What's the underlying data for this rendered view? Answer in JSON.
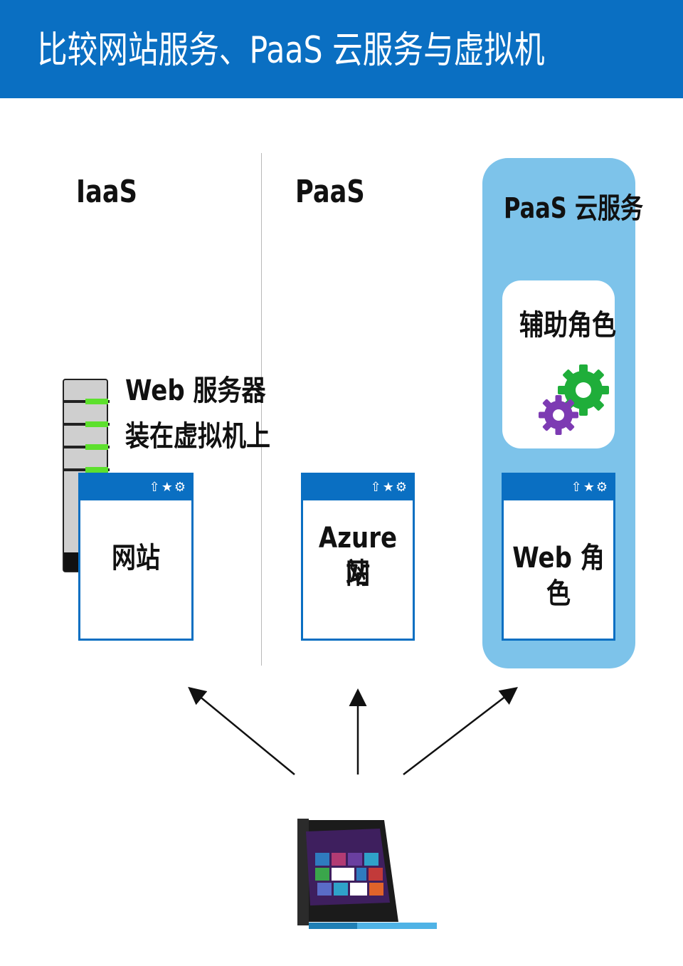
{
  "header": {
    "title": "比较网站服务、PaaS 云服务与虚拟机"
  },
  "columns": {
    "iaas": {
      "title": "IaaS",
      "server_caption_line1": "Web 服务器",
      "server_caption_line2": "装在虚拟机上",
      "window_label": "网站"
    },
    "paas": {
      "title": "PaaS",
      "window_label_line1": "Azure 网",
      "window_label_line2": "站"
    },
    "cloud_service": {
      "title": "PaaS 云服务",
      "worker_role": "辅助角色",
      "window_label": "Web 角色"
    }
  },
  "window_bar_icons": "⇧★⚙",
  "colors": {
    "header_blue": "#0a6fc2",
    "panel_blue": "#7dc3ea",
    "server_led_green": "#5de02d",
    "gear_green": "#1fae3a",
    "gear_purple": "#7d3bb3"
  }
}
